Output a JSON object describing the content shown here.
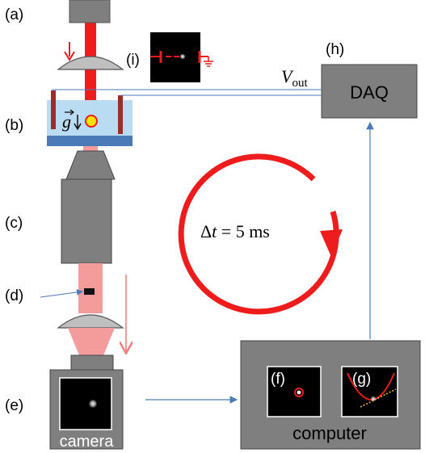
{
  "labels": {
    "a": "(a)",
    "b": "(b)",
    "c": "(c)",
    "d": "(d)",
    "e": "(e)",
    "f": "(f)",
    "g": "(g)",
    "h": "(h)",
    "i": "(i)"
  },
  "daq_label": "DAQ",
  "computer_label": "computer",
  "camera_label": "camera",
  "vout": {
    "symbol": "V",
    "subscript": "out"
  },
  "cycle_time": {
    "prefix": "Δ",
    "variable": "t",
    "rest": " = 5 ms"
  },
  "gravity_symbol": "g",
  "colors": {
    "laser": "#ee1c1c",
    "laser_light": "#f49b9b",
    "gray_box": "#7f7f7f",
    "arrow_blue": "#4a7ab8",
    "cell_blue": "#b9dcf2",
    "cell_base": "#4a7ab8",
    "electrode": "#9b2d2d",
    "particle": "#ffe500"
  }
}
